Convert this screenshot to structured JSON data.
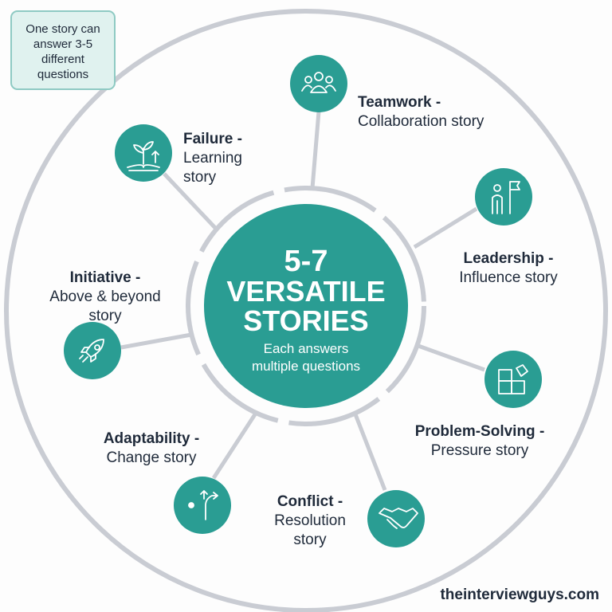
{
  "note": [
    "One story can",
    "answer 3-5",
    "different",
    "questions"
  ],
  "center": {
    "line1": "5-7",
    "line2": "VERSATILE",
    "line3": "STORIES",
    "sub1": "Each answers",
    "sub2": "multiple questions"
  },
  "stories": {
    "teamwork": {
      "title": "Teamwork -",
      "desc": [
        "Collaboration story"
      ],
      "icon": "people-group-icon"
    },
    "failure": {
      "title": "Failure -",
      "desc": [
        "Learning",
        "story"
      ],
      "icon": "sprout-book-icon"
    },
    "leadership": {
      "title": "Leadership -",
      "desc": [
        "Influence story"
      ],
      "icon": "person-flag-icon"
    },
    "initiative": {
      "title": "Initiative -",
      "desc": [
        "Above & beyond",
        "story"
      ],
      "icon": "rocket-icon"
    },
    "problem": {
      "title": "Problem-Solving -",
      "desc": [
        "Pressure story"
      ],
      "icon": "puzzle-icon"
    },
    "adaptability": {
      "title": "Adaptability -",
      "desc": [
        "Change story"
      ],
      "icon": "branching-arrows-icon"
    },
    "conflict": {
      "title": "Conflict -",
      "desc": [
        "Resolution",
        "story"
      ],
      "icon": "handshake-icon"
    }
  },
  "watermark": "theinterviewguys.com",
  "colors": {
    "teal": "#2a9d93",
    "ring": "#c9ccd3",
    "text": "#1f2a3a",
    "note_bg": "#e0f2ef",
    "note_border": "#8ecac3"
  }
}
